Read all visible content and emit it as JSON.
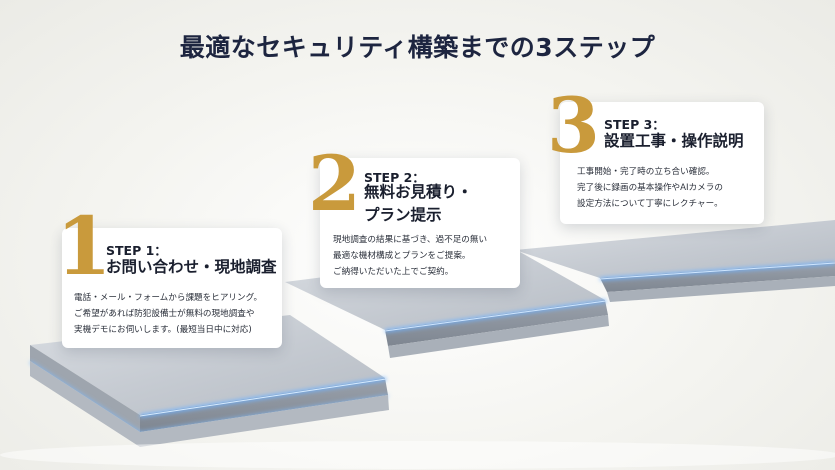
{
  "title": "最適なセキュリティ構築までの3ステップ",
  "steps": [
    {
      "number": "1",
      "label": "STEP 1：",
      "title": [
        "お問い合わせ・現地調査"
      ],
      "description": [
        "電話・メール・フォームから課題をヒアリング。",
        "ご希望があれば防犯設備士が無料の現地調査や",
        "実機デモにお伺いします。(最短当日中に対応)"
      ]
    },
    {
      "number": "2",
      "label": "STEP 2：",
      "title": [
        "無料お見積り・",
        "プラン提示"
      ],
      "description": [
        "現地調査の結果に基づき、過不足の無い",
        "最適な機材構成とプランをご提案。",
        "ご納得いただいた上でご契約。"
      ]
    },
    {
      "number": "3",
      "label": "STEP 3：",
      "title": [
        "設置工事・操作説明"
      ],
      "description": [
        "工事開始・完了時の立ち合い確認。",
        "完了後に録画の基本操作やAIカメラの",
        "設定方法について丁寧にレクチャー。"
      ]
    }
  ],
  "colors": {
    "number_gold": "#c99a3c",
    "title_navy": "#1d2540",
    "glow_blue": "#6fb2ff"
  }
}
